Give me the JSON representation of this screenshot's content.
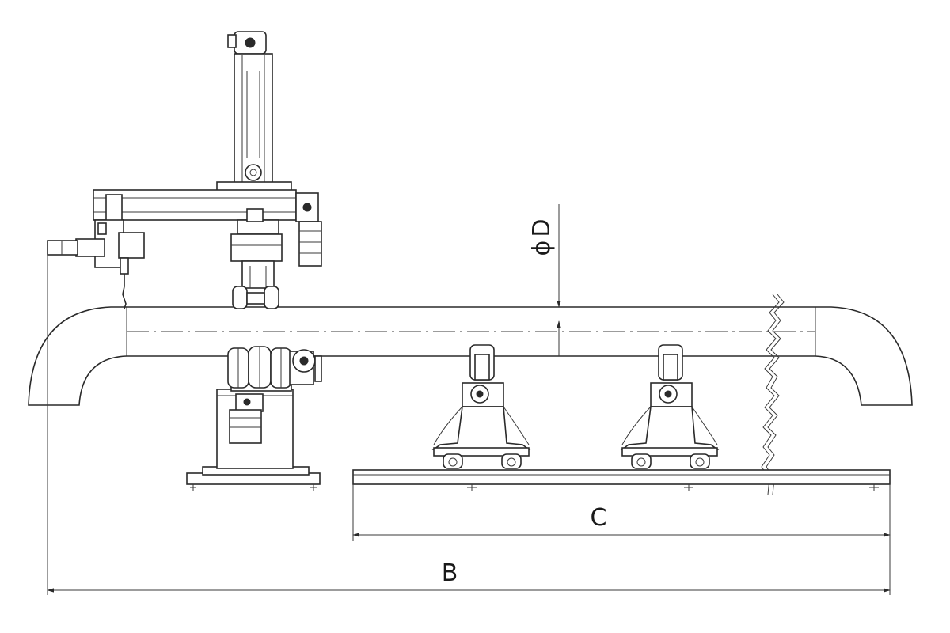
{
  "dimensions": {
    "diameter_symbol": "ϕ",
    "diameter_label": "D",
    "span_label_c": "C",
    "span_label_b": "B"
  },
  "colors": {
    "line": "#2a2a2a",
    "background": "#ffffff"
  }
}
